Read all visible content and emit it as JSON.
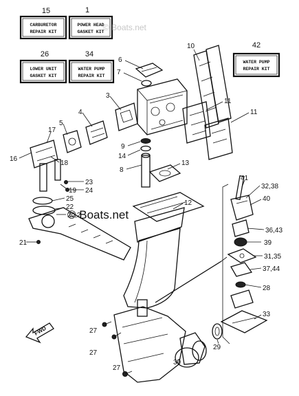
{
  "kits": [
    {
      "num": "15",
      "line1": "CARBURETOR",
      "line2": "REPAIR KIT"
    },
    {
      "num": "1",
      "line1": "POWER HEAD",
      "line2": "GASKET KIT"
    },
    {
      "num": "26",
      "line1": "LOWER UNIT",
      "line2": "GASKET KIT"
    },
    {
      "num": "34",
      "line1": "WATER PUMP",
      "line2": "REPAIR KIT"
    },
    {
      "num": "42",
      "line1": "WATER PUMP",
      "line2": "REPAIR KIT"
    }
  ],
  "callouts": [
    "6",
    "7",
    "10",
    "3",
    "11",
    "11",
    "4",
    "5",
    "17",
    "16",
    "18",
    "9",
    "14",
    "8",
    "13",
    "23",
    "19",
    "24",
    "25",
    "22",
    "20,2",
    "21",
    "12",
    "41",
    "32,38",
    "40",
    "36,43",
    "39",
    "31,35",
    "37,44",
    "28",
    "33",
    "27",
    "27",
    "27",
    "30",
    "29"
  ],
  "watermark": "© Boats.net",
  "watermark_faint": "© Boats.net",
  "direction_label": "FWD"
}
